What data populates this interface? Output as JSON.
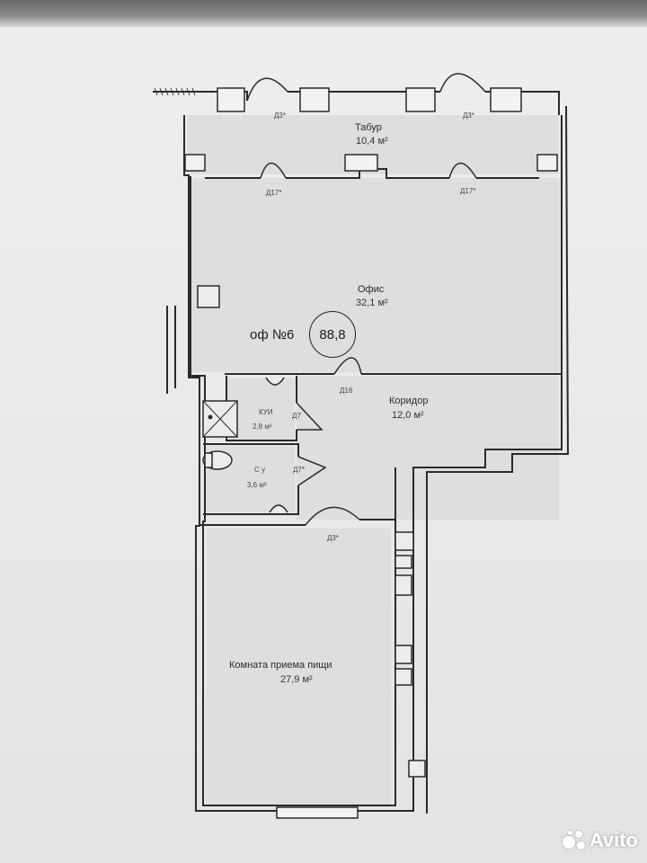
{
  "plan": {
    "unit_label": "оф №6",
    "total_area": "88,8",
    "rooms": [
      {
        "name": "Табур",
        "area": "10,4 м²"
      },
      {
        "name": "Офис",
        "area": "32,1 м²"
      },
      {
        "name": "Коридор",
        "area": "12,0 м²"
      },
      {
        "name": "КУИ",
        "area": "2,8 м²"
      },
      {
        "name": "С у",
        "area": "3,6 м²"
      },
      {
        "name": "Комната приема пищи",
        "area": "27,9 м²"
      }
    ],
    "doors": {
      "d3_left": "Д3*",
      "d3_right": "Д3*",
      "d17_left": "Д17*",
      "d17_right": "Д17*",
      "d16": "Д16",
      "d7_kui": "Д7",
      "d7_su": "Д7*",
      "d3_dining": "Д3*"
    }
  },
  "watermark": {
    "text": "Avito",
    "color": "#ffffff"
  }
}
